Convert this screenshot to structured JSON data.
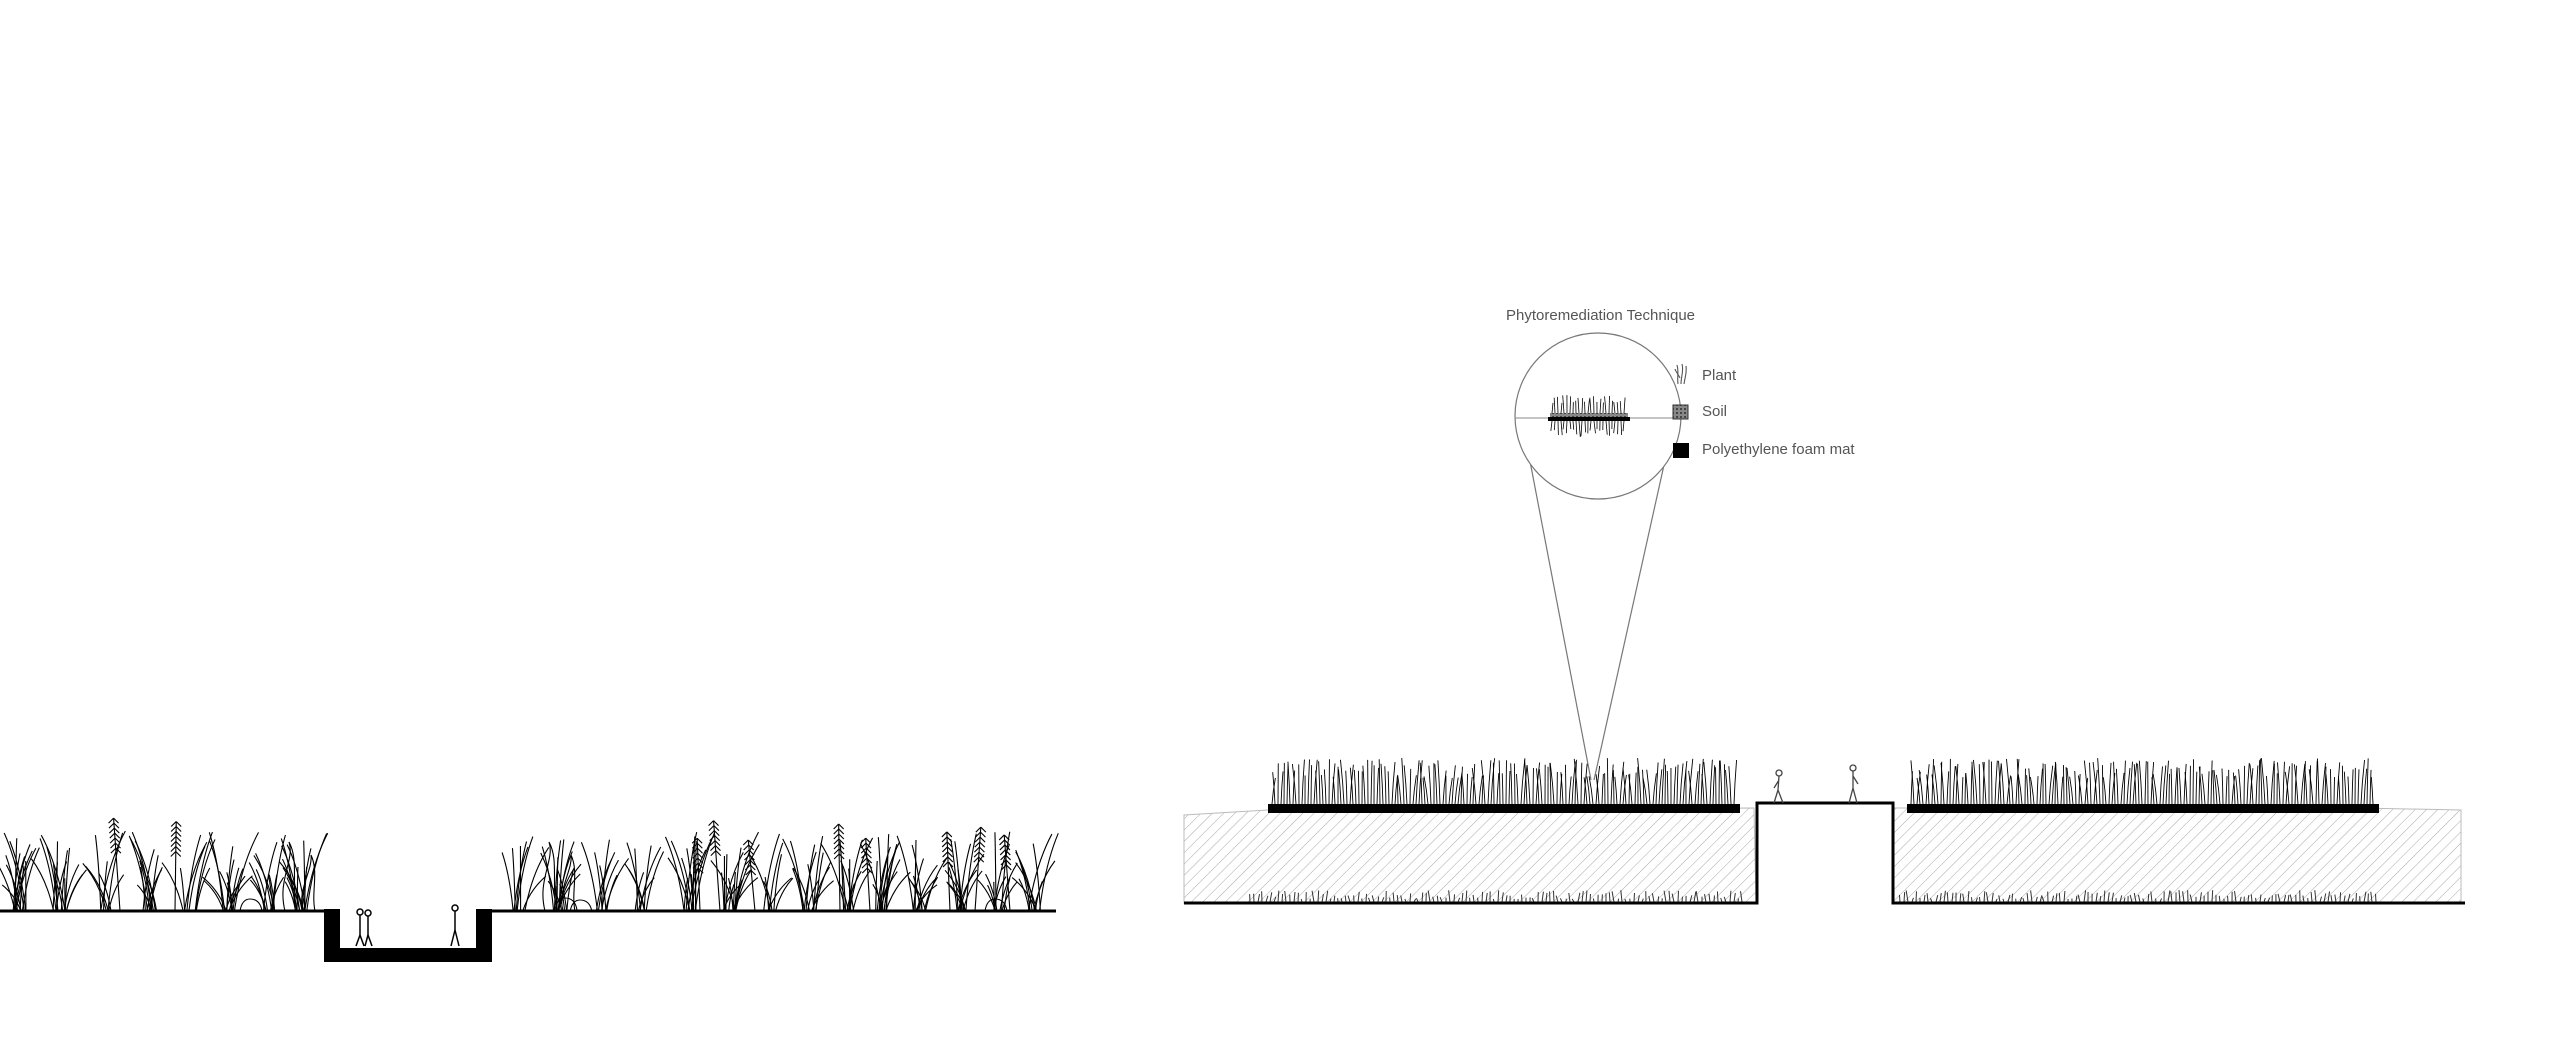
{
  "diagram": {
    "title": "Phytoremediation Technique",
    "legend": [
      {
        "key": "plant",
        "label": "Plant",
        "icon": "plant-icon"
      },
      {
        "key": "soil",
        "label": "Soil",
        "icon": "soil-hatch-icon"
      },
      {
        "key": "foam",
        "label": "Polyethylene foam mat",
        "icon": "foam-mat-icon"
      }
    ],
    "colors": {
      "line": "#000000",
      "label": "#555555",
      "soil_hatch": "#9a9a9a",
      "background": "#ffffff"
    }
  }
}
